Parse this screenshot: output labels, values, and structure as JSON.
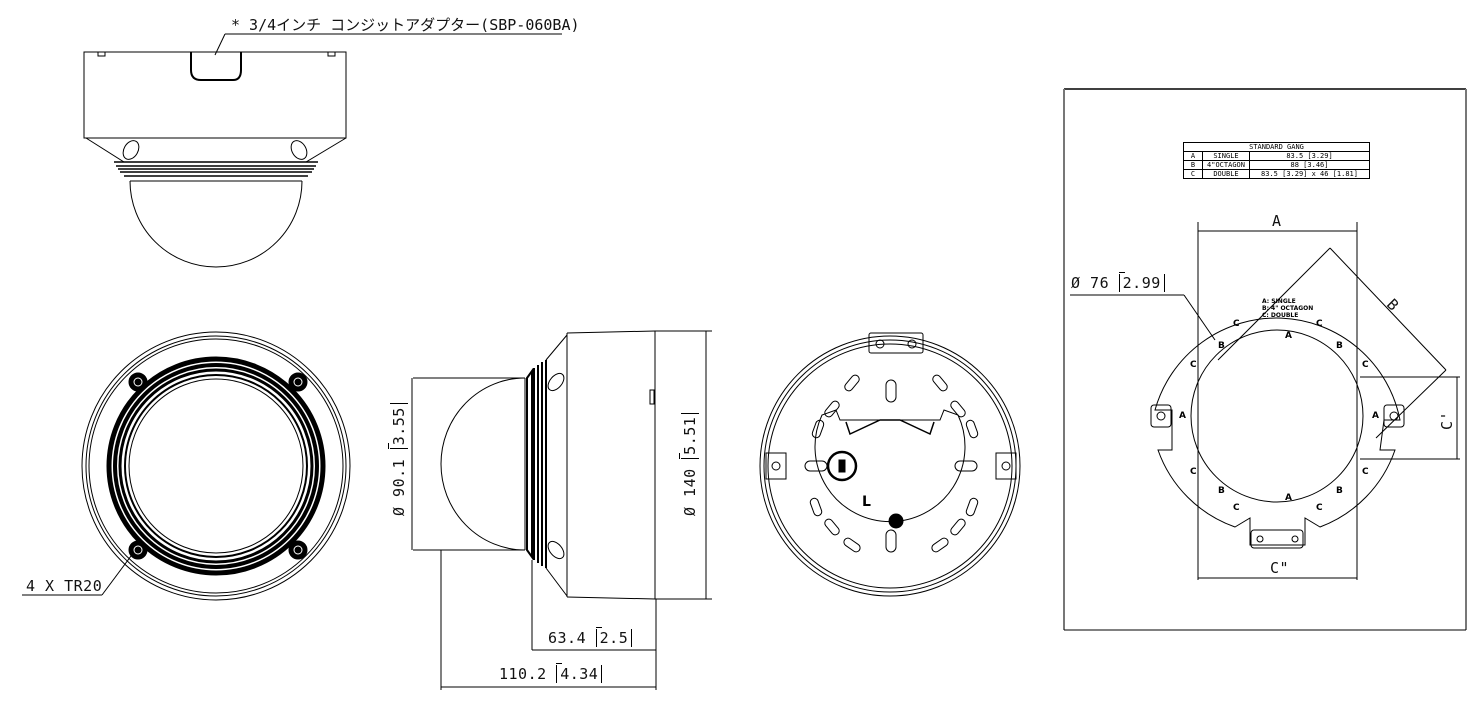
{
  "callouts": {
    "conduit_adapter": "* 3/4インチ コンジットアダプター(SBP-060BA)",
    "screws": "4 X TR20"
  },
  "side_view_dims": {
    "dome_diameter": {
      "value": "Ø 90.1",
      "inch": "3.55"
    },
    "body_diameter": {
      "value": "Ø 140",
      "inch": "5.51"
    },
    "depth_base": {
      "value": "63.4",
      "inch": "2.5"
    },
    "total_height": {
      "value": "110.2",
      "inch": "4.34"
    }
  },
  "mount_plate": {
    "label_L": "L"
  },
  "gang_panel": {
    "hole_diameter": {
      "value": "Ø 76",
      "inch": "2.99"
    },
    "dim_labels": {
      "A": "A",
      "B": "B",
      "C_prime_vertical": "C'",
      "C_prime_horizontal": "C\""
    },
    "legend": [
      "A: SINGLE",
      "B: 4\" OCTAGON",
      "C: DOUBLE"
    ],
    "hole_tags": {
      "A": "A",
      "B": "B",
      "C": "C"
    },
    "table": {
      "title": "STANDARD GANG",
      "rows": [
        {
          "key": "A",
          "type": "SINGLE",
          "size": "83.5 [3.29]"
        },
        {
          "key": "B",
          "type": "4\"OCTAGON",
          "size": "88 [3.46]"
        },
        {
          "key": "C",
          "type": "DOUBLE",
          "size": "83.5 [3.29] x 46 [1.81]"
        }
      ]
    }
  },
  "colors": {
    "line": "#000000",
    "background": "#ffffff",
    "frame": "#555555"
  }
}
